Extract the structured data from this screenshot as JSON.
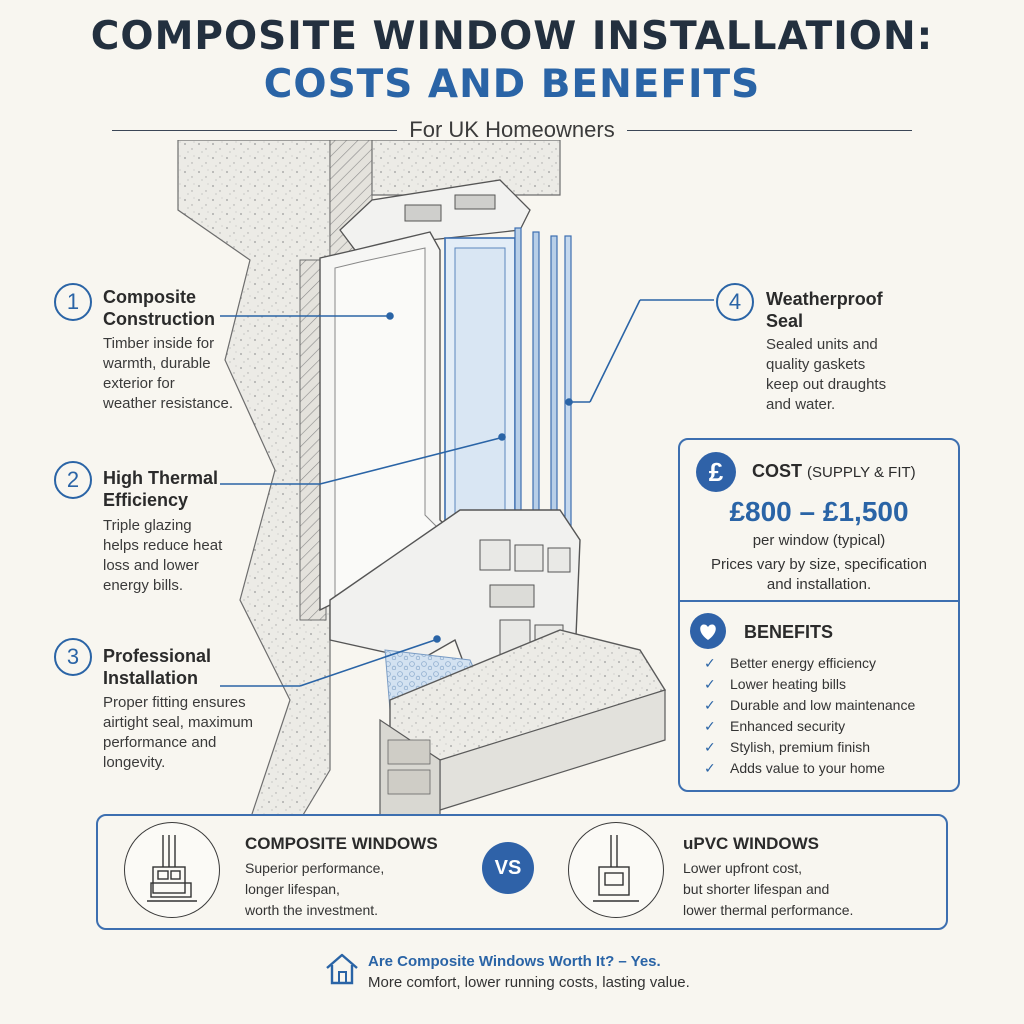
{
  "header": {
    "title_line1": "COMPOSITE WINDOW INSTALLATION:",
    "title_line2": "COSTS AND BENEFITS",
    "subtitle": "For UK Homeowners"
  },
  "features": [
    {
      "number": "1",
      "title_line1": "Composite",
      "title_line2": "Construction",
      "desc": [
        "Timber inside for",
        "warmth, durable",
        "exterior for",
        "weather resistance."
      ]
    },
    {
      "number": "2",
      "title_line1": "High Thermal",
      "title_line2": "Efficiency",
      "desc": [
        "Triple glazing",
        "helps reduce heat",
        "loss and lower",
        "energy bills."
      ]
    },
    {
      "number": "3",
      "title_line1": "Professional",
      "title_line2": "Installation",
      "desc": [
        "Proper fitting ensures",
        "airtight seal, maximum",
        "performance and",
        "longevity."
      ]
    },
    {
      "number": "4",
      "title_line1": "Weatherproof",
      "title_line2": "Seal",
      "desc": [
        "Sealed units and",
        "quality gaskets",
        "keep out draughts",
        "and water."
      ]
    }
  ],
  "cost": {
    "symbol": "£",
    "heading": "COST",
    "heading_note": "(SUPPLY & FIT)",
    "price": "£800 – £1,500",
    "unit": "per window (typical)",
    "note_line1": "Prices vary by size, specification",
    "note_line2": "and installation."
  },
  "benefits": {
    "heading": "BENEFITS",
    "items": [
      "Better energy efficiency",
      "Lower heating bills",
      "Durable and low maintenance",
      "Enhanced security",
      "Stylish, premium finish",
      "Adds value to your home"
    ]
  },
  "comparison": {
    "left": {
      "title": "COMPOSITE WINDOWS",
      "desc": [
        "Superior performance,",
        "longer lifespan,",
        "worth the investment."
      ]
    },
    "vs": "VS",
    "right": {
      "title": "uPVC WINDOWS",
      "desc": [
        "Lower upfront cost,",
        "but shorter lifespan and",
        "lower thermal performance."
      ]
    }
  },
  "footer": {
    "question": "Are Composite Windows Worth It? – Yes.",
    "answer": "More comfort, lower running costs, lasting value."
  },
  "colors": {
    "accent": "#2a64a6",
    "dark": "#23303f",
    "background": "#f8f6f0"
  },
  "icons": [
    "pound-icon",
    "heart-icon",
    "check-icon",
    "house-icon",
    "window-section-icon"
  ]
}
